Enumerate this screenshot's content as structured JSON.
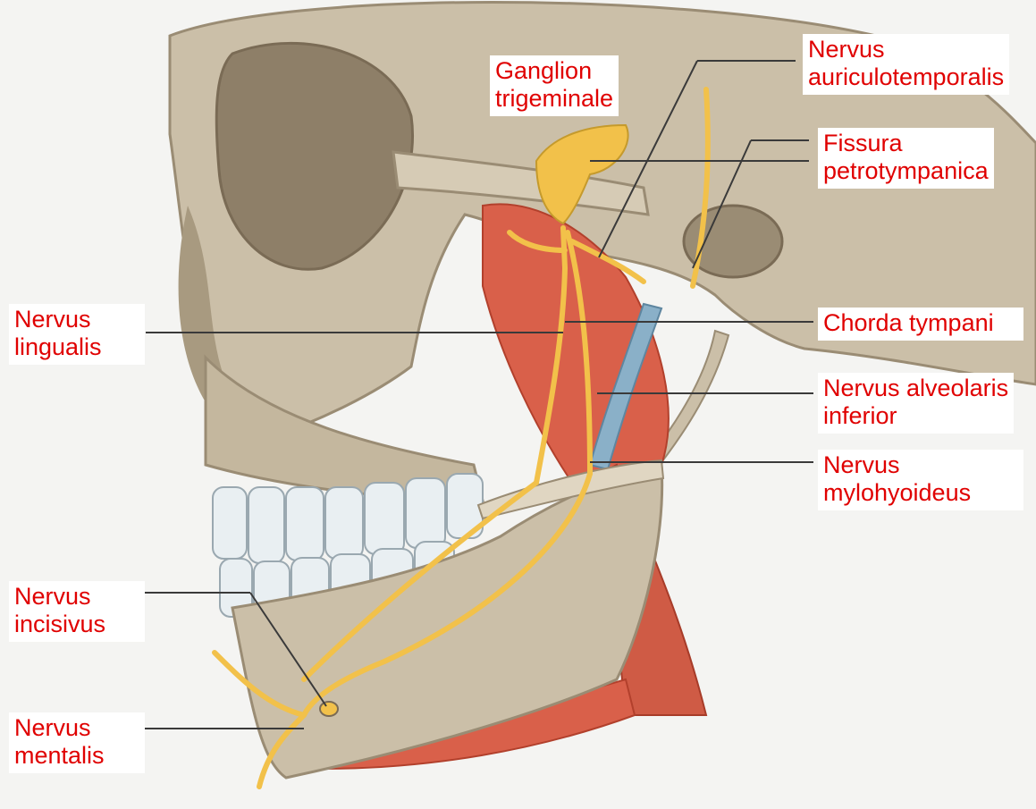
{
  "colors": {
    "label_text": "#e00000",
    "label_background": "#ffffff",
    "leader_line": "#3a3a3a",
    "background": "#f4f4f2",
    "bone": "#cbbfa8",
    "bone_shadow": "#9a8c74",
    "muscle": "#d9604a",
    "nerve": "#f2c14a",
    "vessel": "#8ab0c8",
    "teeth": "#e9eff2"
  },
  "labels": {
    "ganglion_trigeminale": {
      "line1": "Ganglion",
      "line2": "trigeminale"
    },
    "nervus_auriculotemporalis": {
      "line1": "Nervus",
      "line2": "auriculotemporalis"
    },
    "fissura_petrotympanica": {
      "line1": "Fissura",
      "line2": "petrotympanica"
    },
    "nervus_lingualis": {
      "line1": "Nervus",
      "line2": "lingualis"
    },
    "chorda_tympani": {
      "line1": "Chorda tympani"
    },
    "nervus_alveolaris_inferior": {
      "line1": "Nervus alveolaris",
      "line2": "inferior"
    },
    "nervus_mylohyoideus": {
      "line1": "Nervus",
      "line2": "mylohyoideus"
    },
    "nervus_incisivus": {
      "line1": "Nervus",
      "line2": "incisivus"
    },
    "nervus_mentalis": {
      "line1": "Nervus",
      "line2": "mentalis"
    }
  }
}
